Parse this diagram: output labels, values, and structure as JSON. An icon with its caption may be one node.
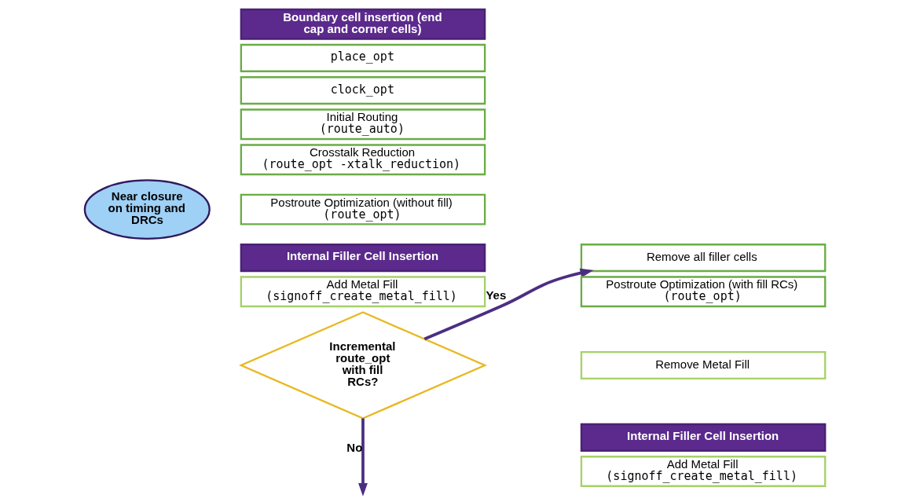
{
  "diagram": {
    "nodes": [
      {
        "text": [
          "Boundary cell insertion (end cap and corner cells)"
        ]
      },
      {
        "text": [
          "place_opt"
        ]
      },
      {
        "text": [
          "clock_opt"
        ]
      },
      {
        "text": [
          "Initial Routing",
          "(route_auto)"
        ]
      },
      {
        "text": [
          "Crosstalk Reduction",
          "(route_opt -xtalk_reduction)"
        ]
      },
      {
        "text": [
          "Postroute Optimization (without fill)",
          "(route_opt)"
        ]
      },
      {
        "text": [
          "Internal Filler Cell Insertion"
        ]
      },
      {
        "text": [
          "Add Metal Fill",
          "(signoff_create_metal_fill)"
        ]
      },
      {
        "text": [
          "Incremental route_opt with fill RCs?"
        ]
      },
      {
        "text": [
          "Remove all filler cells"
        ]
      },
      {
        "text": [
          "Postroute Optimization (with fill RCs)",
          "(route_opt)"
        ]
      },
      {
        "text": [
          "Remove Metal Fill"
        ]
      },
      {
        "text": [
          "Internal Filler Cell Insertion"
        ]
      },
      {
        "text": [
          "Add Metal Fill",
          "(signoff_create_metal_fill)"
        ]
      },
      {
        "text": [
          "Near closure on timing and DRCs"
        ]
      }
    ],
    "edges": [
      {
        "from": 8,
        "to": 9,
        "arrow": "to",
        "label": "Yes"
      },
      {
        "from": 8,
        "to": null,
        "arrow": "to",
        "label": "No"
      }
    ]
  }
}
